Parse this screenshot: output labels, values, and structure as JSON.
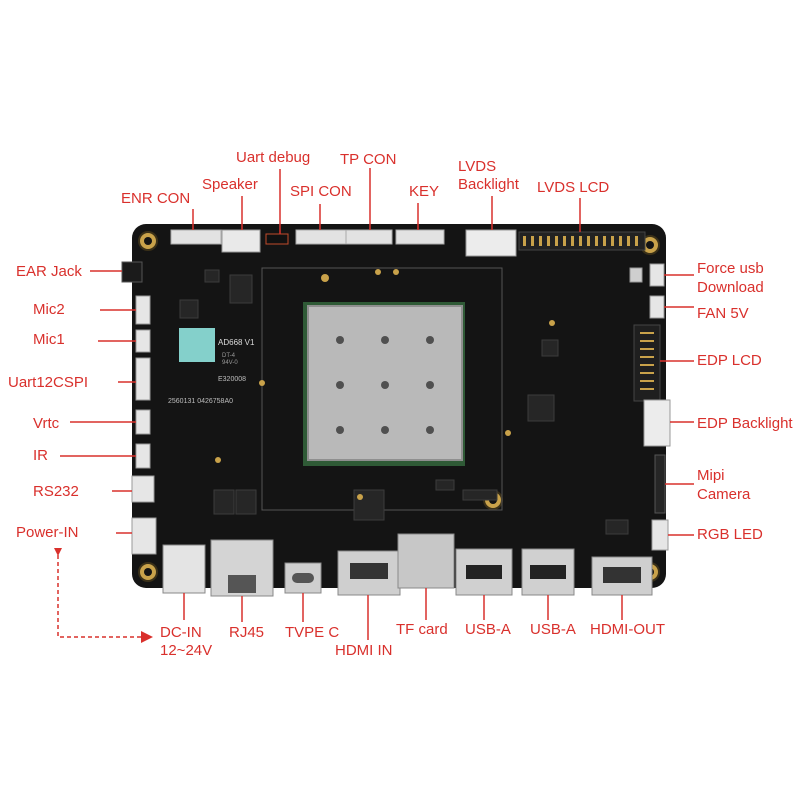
{
  "colors": {
    "label": "#d9302c",
    "board": "#141414",
    "hole": "#c9a24a",
    "chip": "#b9b9b9"
  },
  "board_text": {
    "sticker": "AD668 V1",
    "cert_line1": "DT-4",
    "cert_line2": "94V-0",
    "cert_line3": "E320008",
    "serial": "2560131 0426758A0"
  },
  "labels": {
    "uart_debug": "Uart debug",
    "tp_con": "TP CON",
    "lvds_backlight_1": "LVDS",
    "lvds_backlight_2": "Backlight",
    "speaker": "Speaker",
    "enr_con": "ENR CON",
    "spi_con": "SPI CON",
    "key": "KEY",
    "lvds_lcd": "LVDS LCD",
    "ear_jack": "EAR Jack",
    "mic2": "Mic2",
    "mic1": "Mic1",
    "uart12cspi": "Uart12CSPI",
    "vrtc": "Vrtc",
    "ir": "IR",
    "rs232": "RS232",
    "power_in": "Power-IN",
    "force_usb_1": "Force usb",
    "force_usb_2": "Download",
    "fan_5v": "FAN 5V",
    "edp_lcd": "EDP LCD",
    "edp_backlight": "EDP Backlight",
    "mipi_1": "Mipi",
    "mipi_2": "Camera",
    "rgb_led": "RGB LED",
    "dc_in_1": "DC-IN",
    "dc_in_2": "12~24V",
    "rj45": "RJ45",
    "type_c": "TVPE C",
    "hdmi_in": "HDMI IN",
    "tf_card": "TF card",
    "usb_a_1": "USB-A",
    "usb_a_2": "USB-A",
    "hdmi_out": "HDMI-OUT"
  }
}
